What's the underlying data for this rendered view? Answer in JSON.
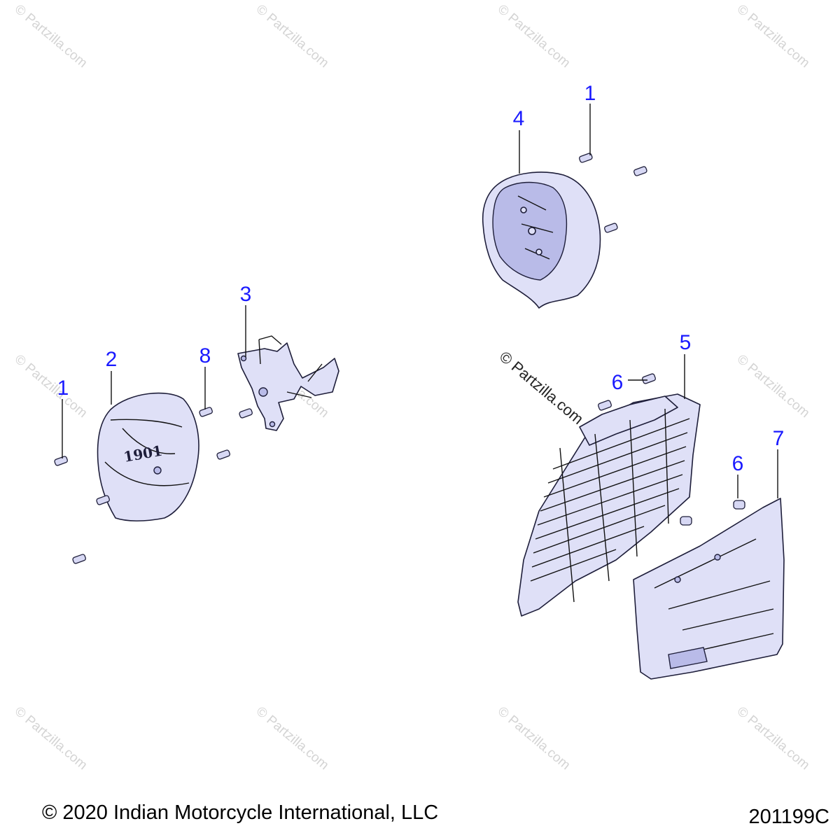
{
  "watermark": "© Partzilla.com",
  "callouts": {
    "c1_right": "1",
    "c4": "4",
    "c3": "3",
    "c8": "8",
    "c2": "2",
    "c1_left": "1",
    "c5": "5",
    "c6_top": "6",
    "c6_mid": "6",
    "c7": "7"
  },
  "footer": {
    "copyright": "© 2020 Indian Motorcycle International, LLC",
    "diagram_id": "201199C"
  },
  "colors": {
    "callout": "#1a1aff",
    "part_fill": "#dfe0f7",
    "outline": "#1e1e3a"
  }
}
